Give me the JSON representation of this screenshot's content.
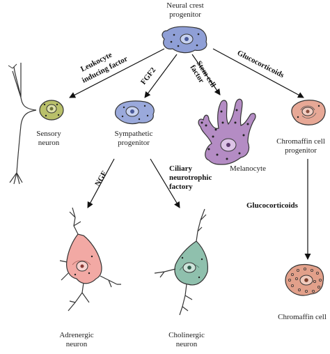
{
  "nodes": {
    "neural_crest": {
      "line1": "Neural crest",
      "line2": "progenitor"
    },
    "sensory": {
      "line1": "Sensory",
      "line2": "neuron"
    },
    "sympathetic": {
      "line1": "Sympathetic",
      "line2": "progenitor"
    },
    "melanocyte": {
      "line1": "Melanocyte"
    },
    "chromaffin_prog": {
      "line1": "Chromaffin cell",
      "line2": "progenitor"
    },
    "adrenergic": {
      "line1": "Adrenergic",
      "line2": "neuron"
    },
    "cholinergic": {
      "line1": "Cholinergic",
      "line2": "neuron"
    },
    "chromaffin": {
      "line1": "Chromaffin cell"
    }
  },
  "edges": {
    "lif": {
      "line1": "Leukocyte",
      "line2": "inducing factor"
    },
    "fgf2": {
      "line1": "FGF2"
    },
    "scf": {
      "line1": "Stem cell",
      "line2": "factor"
    },
    "gluco1": {
      "line1": "Glucocorticoids"
    },
    "ngf": {
      "line1": "NGF"
    },
    "cntf": {
      "line1": "Ciliary",
      "line2": "neurotrophic",
      "line3": "factory"
    },
    "gluco2": {
      "line1": "Glucocorticoids"
    }
  },
  "colors": {
    "neural_crest": "#8f9fd6",
    "sensory": "#b9c06a",
    "sympathetic": "#9aa9db",
    "melanocyte": "#b48cc4",
    "chromaffin_prog": "#e7a896",
    "adrenergic": "#f2a9a4",
    "cholinergic": "#8fc0ad",
    "chromaffin": "#e2a08a"
  }
}
